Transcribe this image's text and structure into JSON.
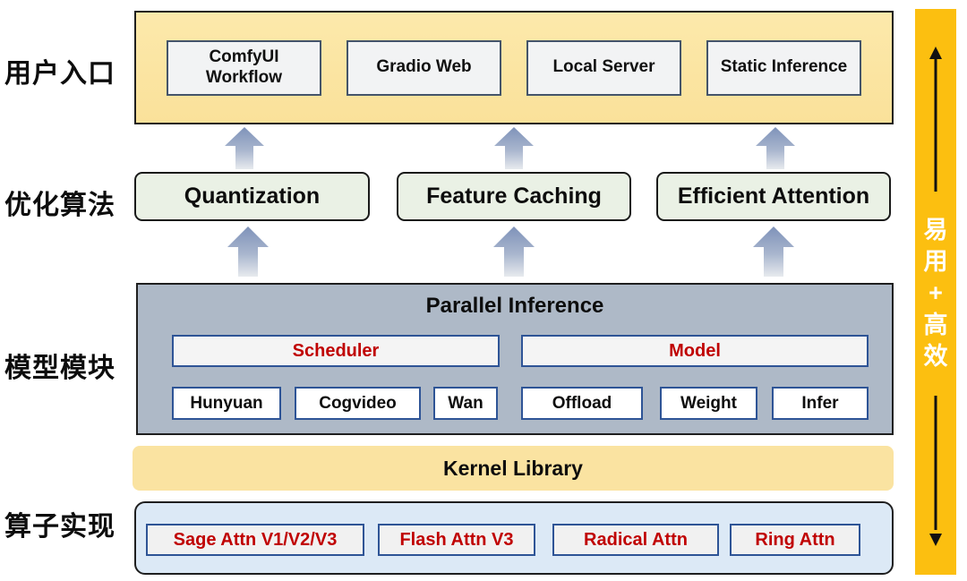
{
  "row_labels": {
    "user_entry": "用户入口",
    "optimization_algorithms": "优化算法",
    "model_modules": "模型模块",
    "operator_implementation": "算子实现"
  },
  "user_entry": {
    "items": [
      "ComfyUI Workflow",
      "Gradio Web",
      "Local Server",
      "Static Inference"
    ]
  },
  "optimization": {
    "items": [
      "Quantization",
      "Feature Caching",
      "Efficient Attention"
    ]
  },
  "model_module": {
    "title": "Parallel Inference",
    "groups": [
      {
        "header": "Scheduler",
        "items": [
          "Hunyuan",
          "Cogvideo",
          "Wan"
        ]
      },
      {
        "header": "Model",
        "items": [
          "Offload",
          "Weight",
          "Infer"
        ]
      }
    ]
  },
  "kernel_library": {
    "title": "Kernel Library"
  },
  "operators": {
    "items": [
      "Sage Attn V1/V2/V3",
      "Flash Attn V3",
      "Radical Attn",
      "Ring Attn"
    ]
  },
  "side_bar": {
    "text": "易用+高效",
    "chars": [
      "易",
      "用",
      "+",
      "高",
      "效"
    ]
  },
  "colors": {
    "band_yellow": "#fae19a",
    "kernel_yellow": "#fae3a1",
    "green_box": "#eaf1e5",
    "gray_box": "#aeb9c7",
    "ops_blue": "#dce9f6",
    "accent_red": "#c00000",
    "box_border_blue": "#2e5496",
    "side_orange": "#fcbf10",
    "arrow_slate": "#7e92b9"
  }
}
